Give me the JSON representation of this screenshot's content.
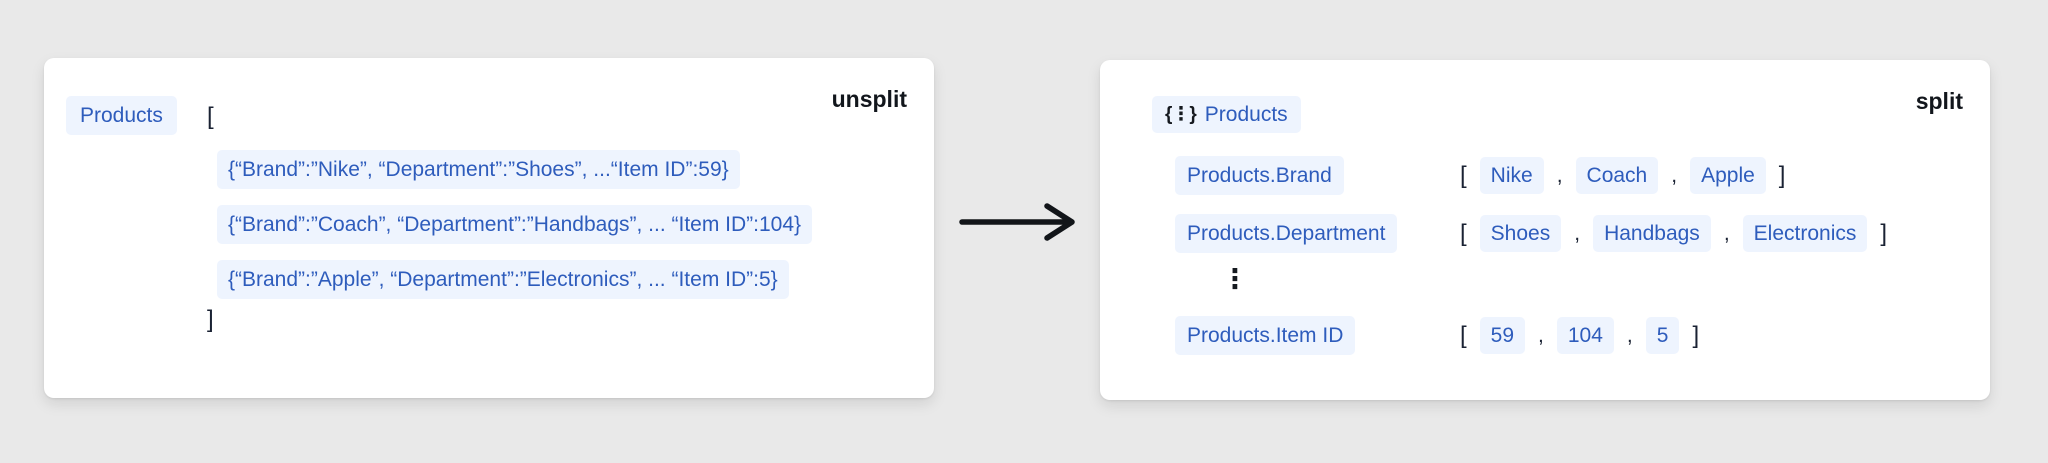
{
  "colors": {
    "background": "#e9e9e9",
    "card": "#ffffff",
    "chip_background": "#eef4fe",
    "chip_text": "#2e5cbc",
    "ink": "#15191f"
  },
  "left_card": {
    "label": "unsplit",
    "collection": "Products",
    "open_bracket": "[",
    "close_bracket": "]",
    "documents": [
      "{“Brand”:”Nike”, “Department”:”Shoes”, ...“Item ID”:59}",
      "{“Brand”:”Coach”, “Department”:”Handbags”, ... “Item ID”:104}",
      "{“Brand”:”Apple”, “Department”:”Electronics”, ... “Item ID”:5}"
    ]
  },
  "right_card": {
    "label": "split",
    "collection": "Products",
    "collection_icon": "{⋮}",
    "ellipsis": "⋮",
    "open_bracket": "[",
    "close_bracket": "]",
    "comma": ",",
    "fields": [
      {
        "name": "Products.Brand",
        "values": [
          "Nike",
          "Coach",
          "Apple"
        ]
      },
      {
        "name": "Products.Department",
        "values": [
          "Shoes",
          "Handbags",
          "Electronics"
        ]
      },
      {
        "name": "Products.Item ID",
        "values": [
          "59",
          "104",
          "5"
        ]
      }
    ]
  }
}
